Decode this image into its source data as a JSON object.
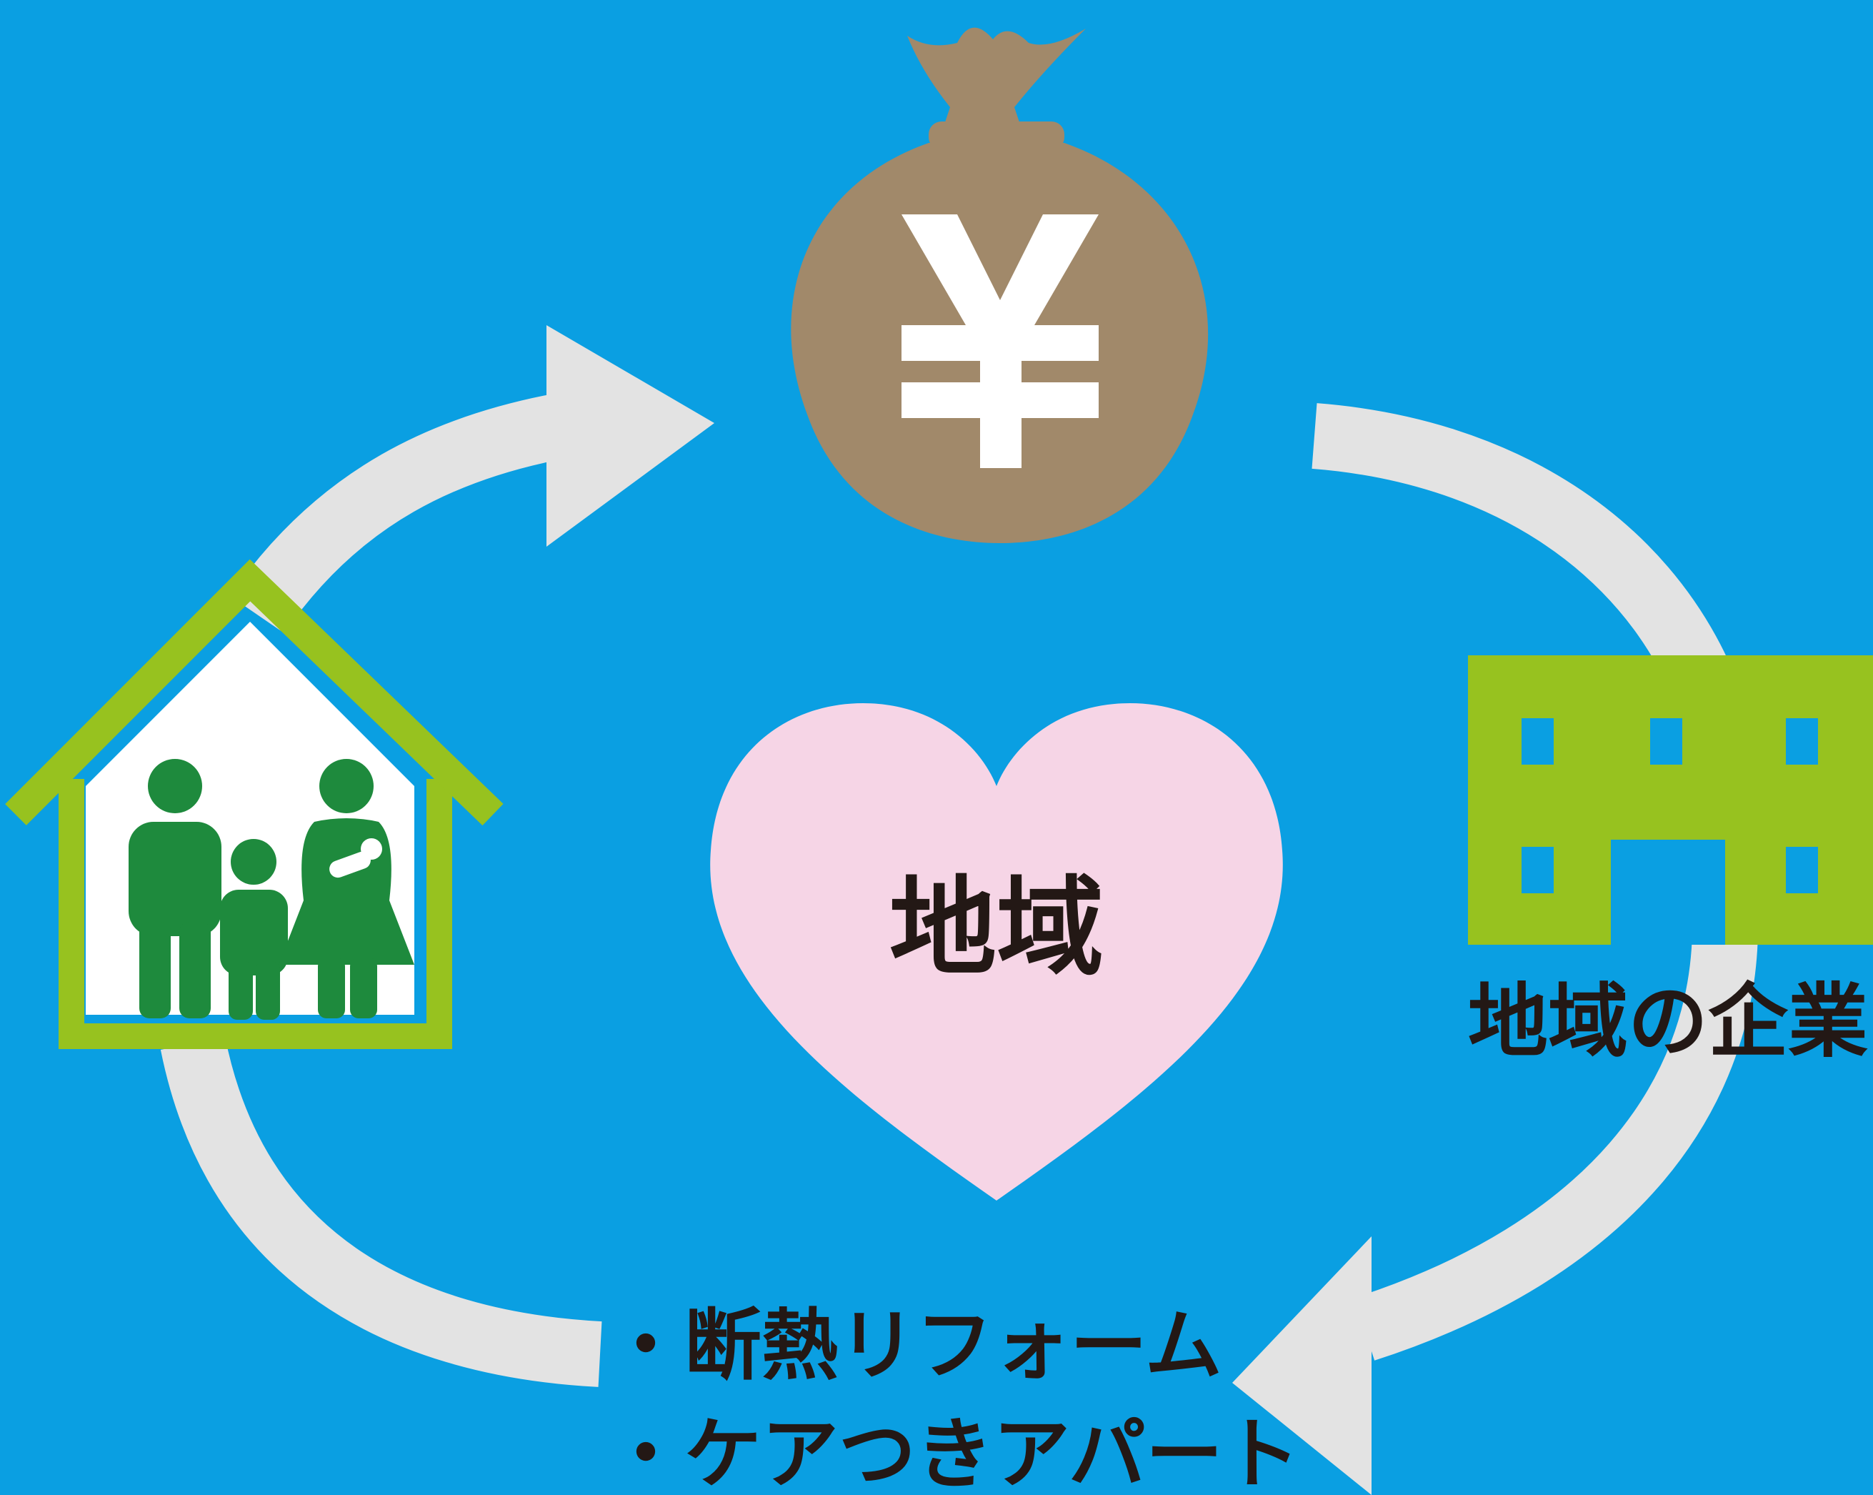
{
  "colors": {
    "background": "#0a9fe2",
    "arrow": "#e3e3e3",
    "money_bag": "#a1896a",
    "yen_symbol": "#ffffff",
    "heart": "#f6d5e6",
    "house_roof": "#97c21f",
    "house_interior": "#ffffff",
    "family": "#1e8a3d",
    "building": "#97c21f",
    "building_window": "#0a9fe2",
    "text": "#231815"
  },
  "icons": {
    "money": "money-bag-yen-icon",
    "household": "house-family-icon",
    "company": "office-building-icon",
    "region": "heart-icon"
  },
  "money_bag": {
    "symbol": "¥"
  },
  "heart": {
    "label": "地域"
  },
  "company": {
    "label": "地域の企業"
  },
  "services": {
    "items": [
      "・断熱リフォーム",
      "・ケアつきアパート"
    ]
  }
}
